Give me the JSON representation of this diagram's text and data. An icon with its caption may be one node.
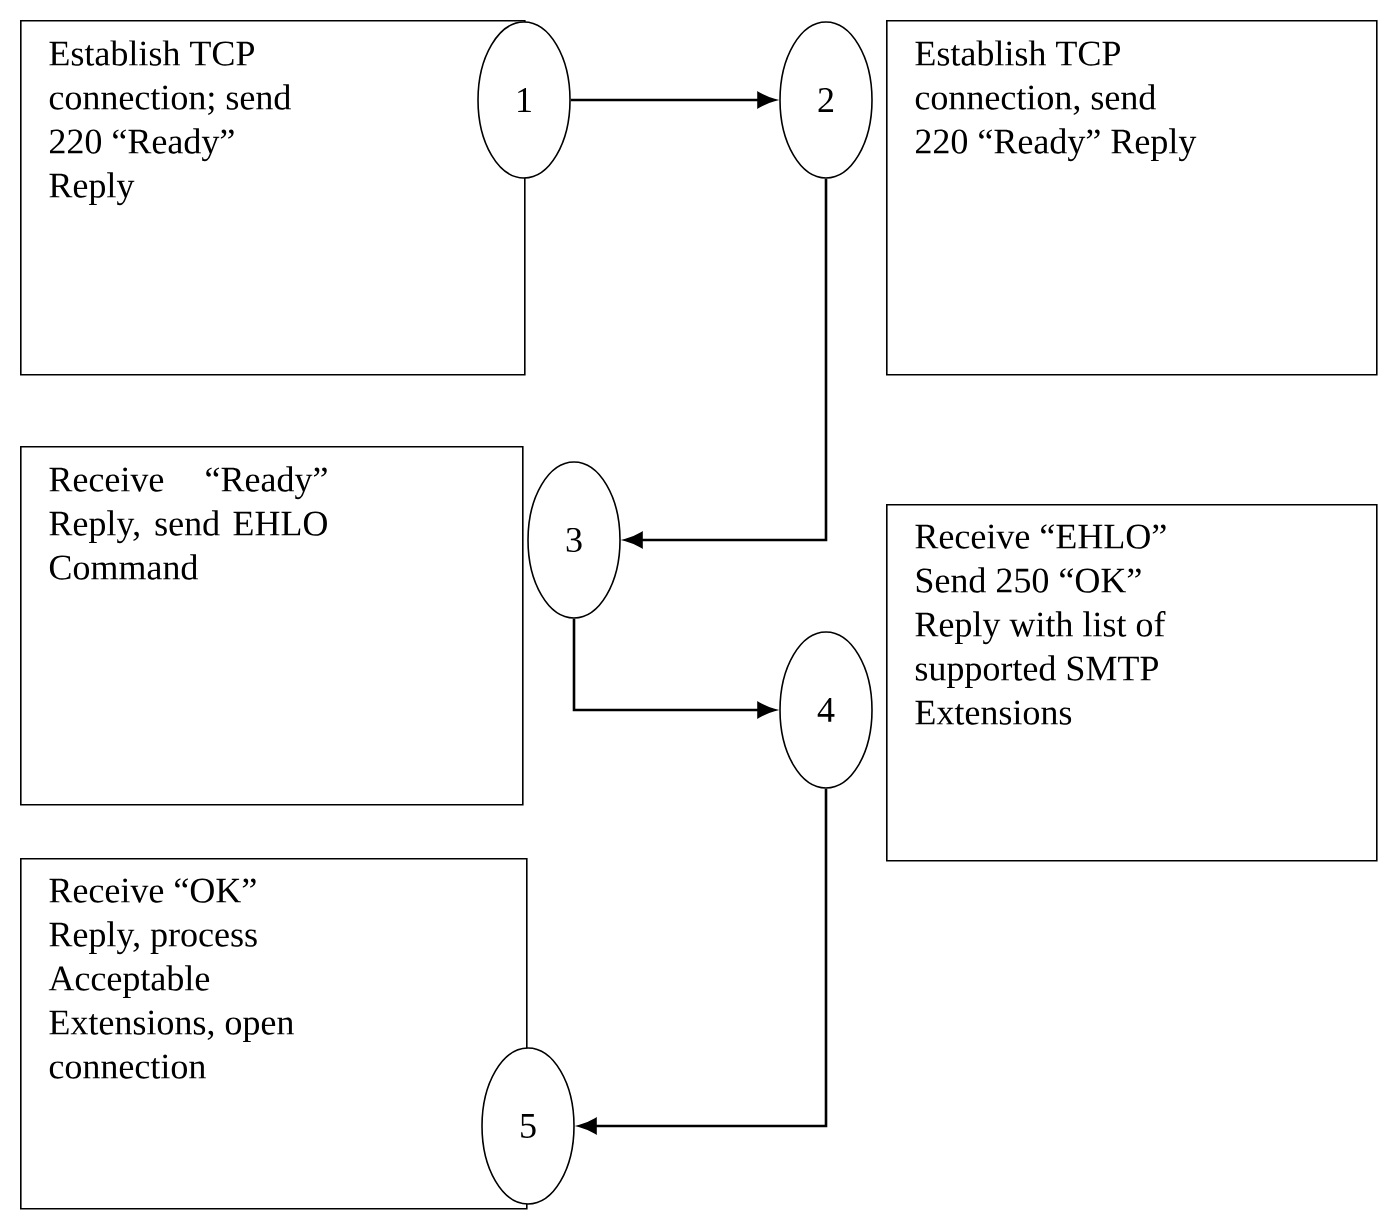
{
  "diagram": {
    "nodes": [
      {
        "text": [
          "Establish TCP connection; send 220 “Ready” Reply"
        ]
      },
      {
        "text": [
          "1"
        ]
      },
      {
        "text": [
          "2"
        ]
      },
      {
        "text": [
          "Establish TCP connection, send 220 “Ready” Reply"
        ]
      },
      {
        "text": [
          "Receive “Ready” Reply, send EHLO Command"
        ]
      },
      {
        "text": [
          "3"
        ]
      },
      {
        "text": [
          "4"
        ]
      },
      {
        "text": [
          "Receive “EHLO” Send 250 “OK” Reply with list of supported SMTP Extensions"
        ]
      },
      {
        "text": [
          "Receive “OK” Reply, process Acceptable Extensions, open connection"
        ]
      },
      {
        "text": [
          "5"
        ]
      }
    ],
    "edges": [
      {
        "from": 1,
        "to": 2,
        "arrow": "to"
      },
      {
        "from": 2,
        "to": 5,
        "arrow": "to"
      },
      {
        "from": 5,
        "to": 6,
        "arrow": "to"
      },
      {
        "from": 6,
        "to": 9,
        "arrow": "to"
      }
    ]
  }
}
